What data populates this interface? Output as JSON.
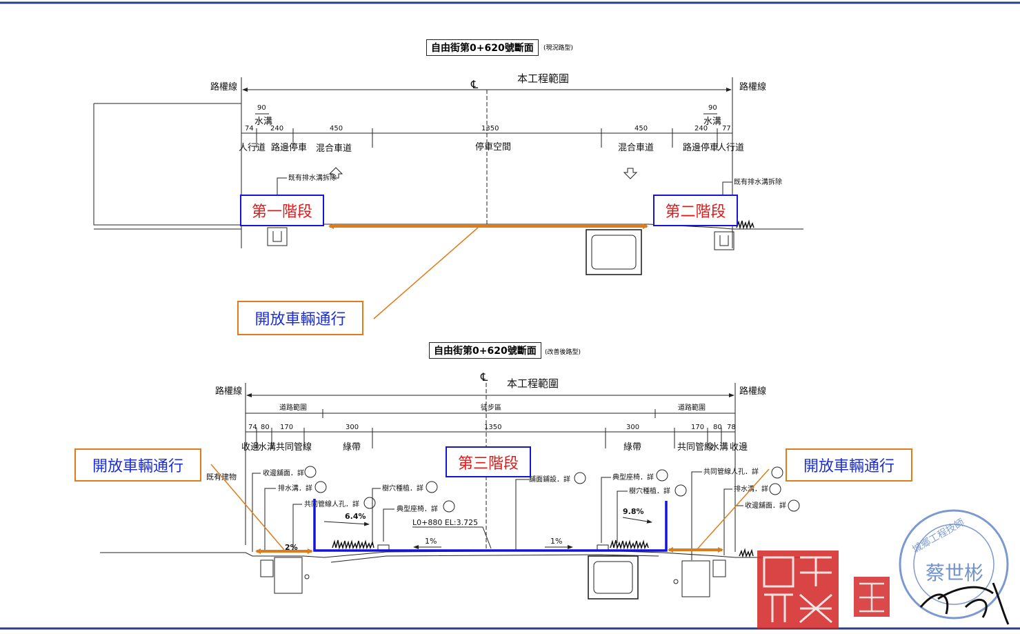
{
  "top_section": {
    "title": "自由街第0+620號斷面",
    "subtitle": "(現況路型)",
    "row_label_left": "路權線",
    "row_label_right": "路權線",
    "center_symbol": "℄",
    "scope_label": "本工程範圍",
    "dims": [
      "90",
      "74",
      "240",
      "450",
      "1350",
      "450",
      "240",
      "90",
      "77"
    ],
    "lanes": [
      "人行道",
      "路邊停車",
      "混合車道",
      "停車空間",
      "混合車道",
      "路邊停車",
      "人行道"
    ],
    "ditch_left": "水溝",
    "ditch_right": "水溝",
    "note_left": "既有排水溝拆除",
    "note_right": "既有排水溝拆除"
  },
  "bottom_section": {
    "title": "自由街第0+620號斷面",
    "subtitle": "(改善後路型)",
    "row_label_left": "路權線",
    "row_label_right": "路權線",
    "center_symbol": "℄",
    "scope_label": "本工程範圍",
    "range_left": "道路範圍",
    "range_center": "徒步區",
    "range_right": "道路範圍",
    "dims": [
      "74",
      "80",
      "170",
      "300",
      "1350",
      "300",
      "170",
      "80",
      "78"
    ],
    "lanes_left": [
      "收邊",
      "水溝",
      "共同管線"
    ],
    "lanes_right": [
      "共同管線",
      "水溝",
      "收邊"
    ],
    "greenbelt_left": "綠帶",
    "greenbelt_right": "綠帶",
    "existing_building": "既有建物",
    "notes_left": [
      "收邊舖面．詳",
      "排水溝．詳",
      "共同管線人孔．詳"
    ],
    "notes_mid": [
      "樹穴種植．詳",
      "典型座椅．詳",
      "舖面鋪設．詳"
    ],
    "notes_right_a": [
      "典型座椅．詳",
      "樹穴種植．詳"
    ],
    "notes_right_b": [
      "共同管線人孔．詳",
      "排水溝．詳",
      "收邊舖面．詳"
    ],
    "slope_left": "6.4%",
    "slope_right": "9.8%",
    "slope_mid_a": "1%",
    "slope_mid_b": "1%",
    "slope_edge": "2%",
    "elevation": "L0+880  EL:3.725"
  },
  "overlays": {
    "stage1": "第一階段",
    "stage2": "第二階段",
    "stage3": "第三階段",
    "open_traffic_center": "開放車輛通行",
    "open_traffic_left": "開放車輛通行",
    "open_traffic_right": "開放車輛通行"
  },
  "seal": {
    "name": "蔡世彬",
    "ring_text": "城鄉工程技師"
  },
  "colors": {
    "arrow_orange": "#e07b1a",
    "box_blue": "#1414d8",
    "stage_red": "#e01818",
    "open_blue": "#1c2fd6",
    "seal_red": "#d42a2a",
    "seal_blue": "#5a7fc4"
  }
}
